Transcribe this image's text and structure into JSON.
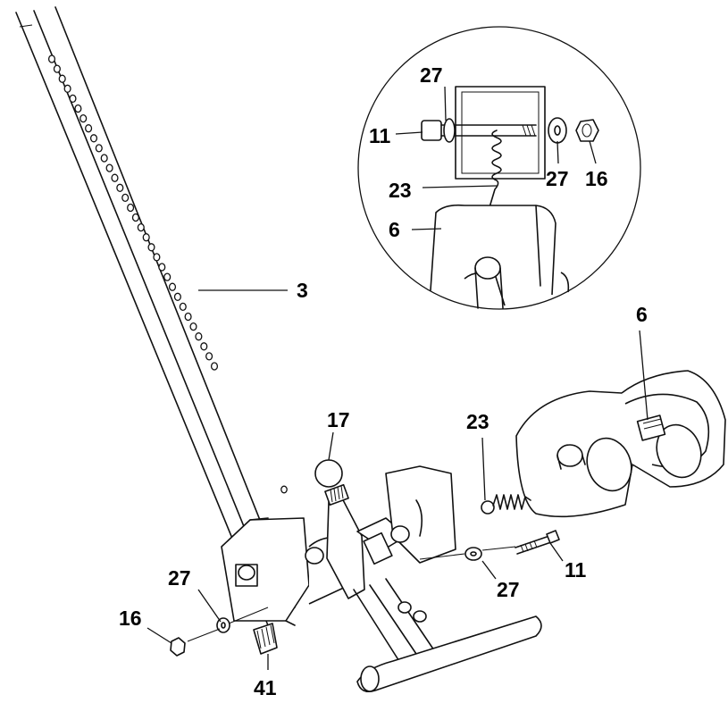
{
  "callouts": {
    "detail_27_top": "27",
    "detail_11": "11",
    "detail_23": "23",
    "detail_27_right": "27",
    "detail_16": "16",
    "detail_6": "6",
    "main_3": "3",
    "main_6": "6",
    "main_17": "17",
    "main_23": "23",
    "main_11": "11",
    "main_27_right": "27",
    "main_27_left": "27",
    "main_16": "16",
    "main_41": "41"
  }
}
